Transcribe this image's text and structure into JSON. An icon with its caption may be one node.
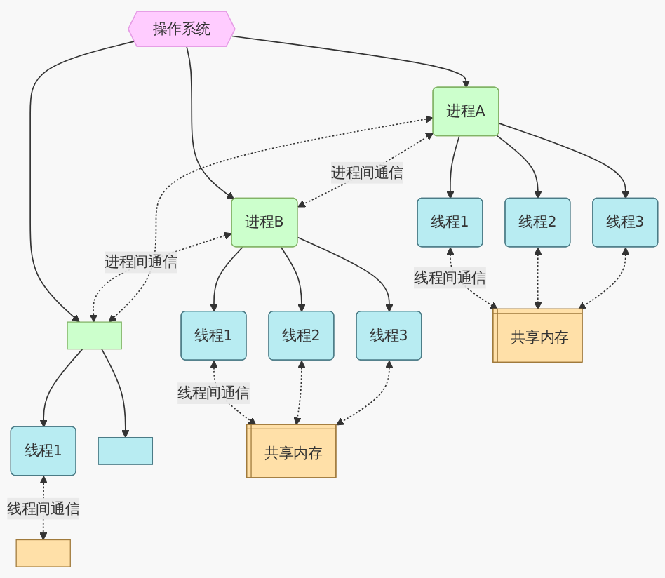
{
  "diagram": {
    "nodes": [
      {
        "text": [
          "操作系统"
        ]
      },
      {
        "text": [
          "进程A"
        ]
      },
      {
        "text": [
          "进程B"
        ]
      },
      {
        "text": [],
        "shape": "box"
      },
      {
        "text": [
          "线程1"
        ]
      },
      {
        "text": [
          "线程2"
        ]
      },
      {
        "text": [
          "线程3"
        ]
      },
      {
        "text": [
          "线程1"
        ]
      },
      {
        "text": [
          "线程2"
        ]
      },
      {
        "text": [
          "线程3"
        ]
      },
      {
        "text": [
          "线程1"
        ]
      },
      {
        "text": [],
        "shape": "box"
      },
      {
        "text": [
          "共享内存"
        ]
      },
      {
        "text": [
          "共享内存"
        ]
      },
      {
        "text": [],
        "shape": "box"
      }
    ],
    "edges": [
      {
        "from": 0,
        "to": 1,
        "arrow": "to"
      },
      {
        "from": 0,
        "to": 2,
        "arrow": "to"
      },
      {
        "from": 0,
        "to": 3,
        "arrow": "to"
      },
      {
        "from": 1,
        "to": 2,
        "arrow": "both",
        "style": "dashed",
        "label": "进程间通信"
      },
      {
        "from": 2,
        "to": 3,
        "arrow": "both",
        "style": "dashed",
        "label": "进程间通信"
      },
      {
        "from": 1,
        "to": 3,
        "arrow": "both",
        "style": "dashed"
      },
      {
        "from": 1,
        "to": 4,
        "arrow": "to"
      },
      {
        "from": 1,
        "to": 5,
        "arrow": "to"
      },
      {
        "from": 1,
        "to": 6,
        "arrow": "to"
      },
      {
        "from": 2,
        "to": 7,
        "arrow": "to"
      },
      {
        "from": 2,
        "to": 8,
        "arrow": "to"
      },
      {
        "from": 2,
        "to": 9,
        "arrow": "to"
      },
      {
        "from": 3,
        "to": 10,
        "arrow": "to"
      },
      {
        "from": 3,
        "to": 11,
        "arrow": "to"
      },
      {
        "from": 4,
        "to": 12,
        "arrow": "both",
        "style": "dashed",
        "label": "线程间通信"
      },
      {
        "from": 5,
        "to": 12,
        "arrow": "both",
        "style": "dashed"
      },
      {
        "from": 6,
        "to": 12,
        "arrow": "both",
        "style": "dashed"
      },
      {
        "from": 7,
        "to": 13,
        "arrow": "both",
        "style": "dashed",
        "label": "线程间通信"
      },
      {
        "from": 8,
        "to": 13,
        "arrow": "both",
        "style": "dashed"
      },
      {
        "from": 9,
        "to": 13,
        "arrow": "both",
        "style": "dashed"
      },
      {
        "from": 10,
        "to": 14,
        "arrow": "both",
        "style": "dashed",
        "label": "线程间通信"
      }
    ]
  }
}
